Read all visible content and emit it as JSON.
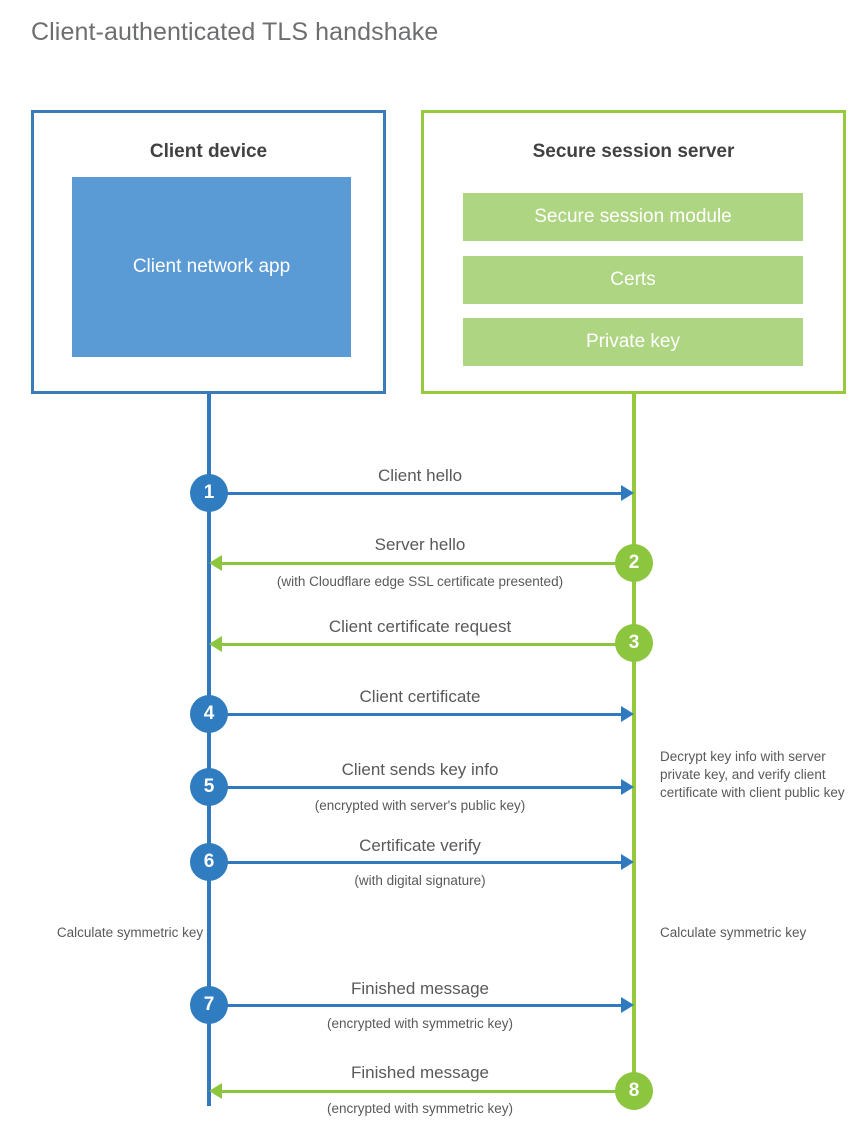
{
  "title": "Client-authenticated TLS handshake",
  "colors": {
    "blue_dark": "#3079be",
    "blue_border": "#3a7cb8",
    "blue_fill": "#5b9bd5",
    "blue_circle": "#2f7dc0",
    "green": "#8cc63e",
    "green_border": "#97c93d",
    "green_fill": "#aed581",
    "text": "#58595b",
    "heading": "#414042"
  },
  "client": {
    "title": "Client device",
    "app_label": "Client network app"
  },
  "server": {
    "title": "Secure session server",
    "bars": [
      {
        "label": "Secure session module"
      },
      {
        "label": "Certs"
      },
      {
        "label": "Private key"
      }
    ]
  },
  "steps": [
    {
      "number": "1",
      "label": "Client hello",
      "sublabel": "",
      "direction": "client-to-server",
      "color": "blue"
    },
    {
      "number": "2",
      "label": "Server hello",
      "sublabel": "(with Cloudflare edge SSL certificate presented)",
      "direction": "server-to-client",
      "color": "green"
    },
    {
      "number": "3",
      "label": "Client certificate request",
      "sublabel": "",
      "direction": "server-to-client",
      "color": "green"
    },
    {
      "number": "4",
      "label": "Client certificate",
      "sublabel": "",
      "direction": "client-to-server",
      "color": "blue"
    },
    {
      "number": "5",
      "label": "Client sends key info",
      "sublabel": "(encrypted with server's public key)",
      "direction": "client-to-server",
      "color": "blue"
    },
    {
      "number": "6",
      "label": "Certificate verify",
      "sublabel": "(with digital signature)",
      "direction": "client-to-server",
      "color": "blue"
    },
    {
      "number": "7",
      "label": "Finished message",
      "sublabel": "(encrypted with symmetric key)",
      "direction": "client-to-server",
      "color": "blue"
    },
    {
      "number": "8",
      "label": "Finished message",
      "sublabel": "(encrypted with symmetric key)",
      "direction": "server-to-client",
      "color": "green"
    }
  ],
  "notes": {
    "decrypt": "Decrypt key info with server private key, and verify client certificate with client public key",
    "calculate_client": "Calculate symmetric key",
    "calculate_server": "Calculate symmetric key"
  }
}
